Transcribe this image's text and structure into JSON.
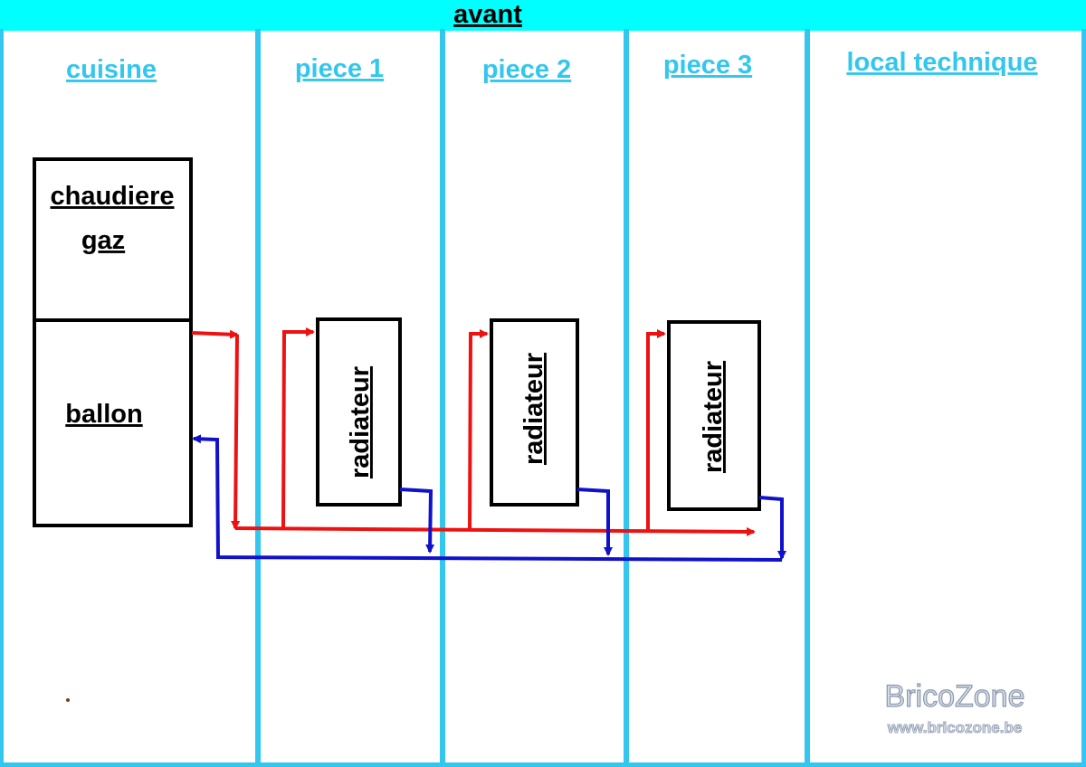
{
  "header": {
    "title": "avant"
  },
  "rooms": [
    {
      "label": "cuisine"
    },
    {
      "label": "piece 1"
    },
    {
      "label": "piece 2"
    },
    {
      "label": "piece 3"
    },
    {
      "label": "local technique"
    }
  ],
  "boiler": {
    "line1": "chaudiere",
    "line2": "gaz"
  },
  "tank": {
    "label": "ballon"
  },
  "radiators": [
    {
      "label": "radiateur"
    },
    {
      "label": "radiateur"
    },
    {
      "label": "radiateur"
    }
  ],
  "watermark": {
    "brand": "BricoZone",
    "url": "www.bricozone.be"
  },
  "colors": {
    "wall": "#33c6ee",
    "header_band": "#00ffff",
    "supply": "#ee1111",
    "return": "#1111cc",
    "box_border": "#000000"
  }
}
